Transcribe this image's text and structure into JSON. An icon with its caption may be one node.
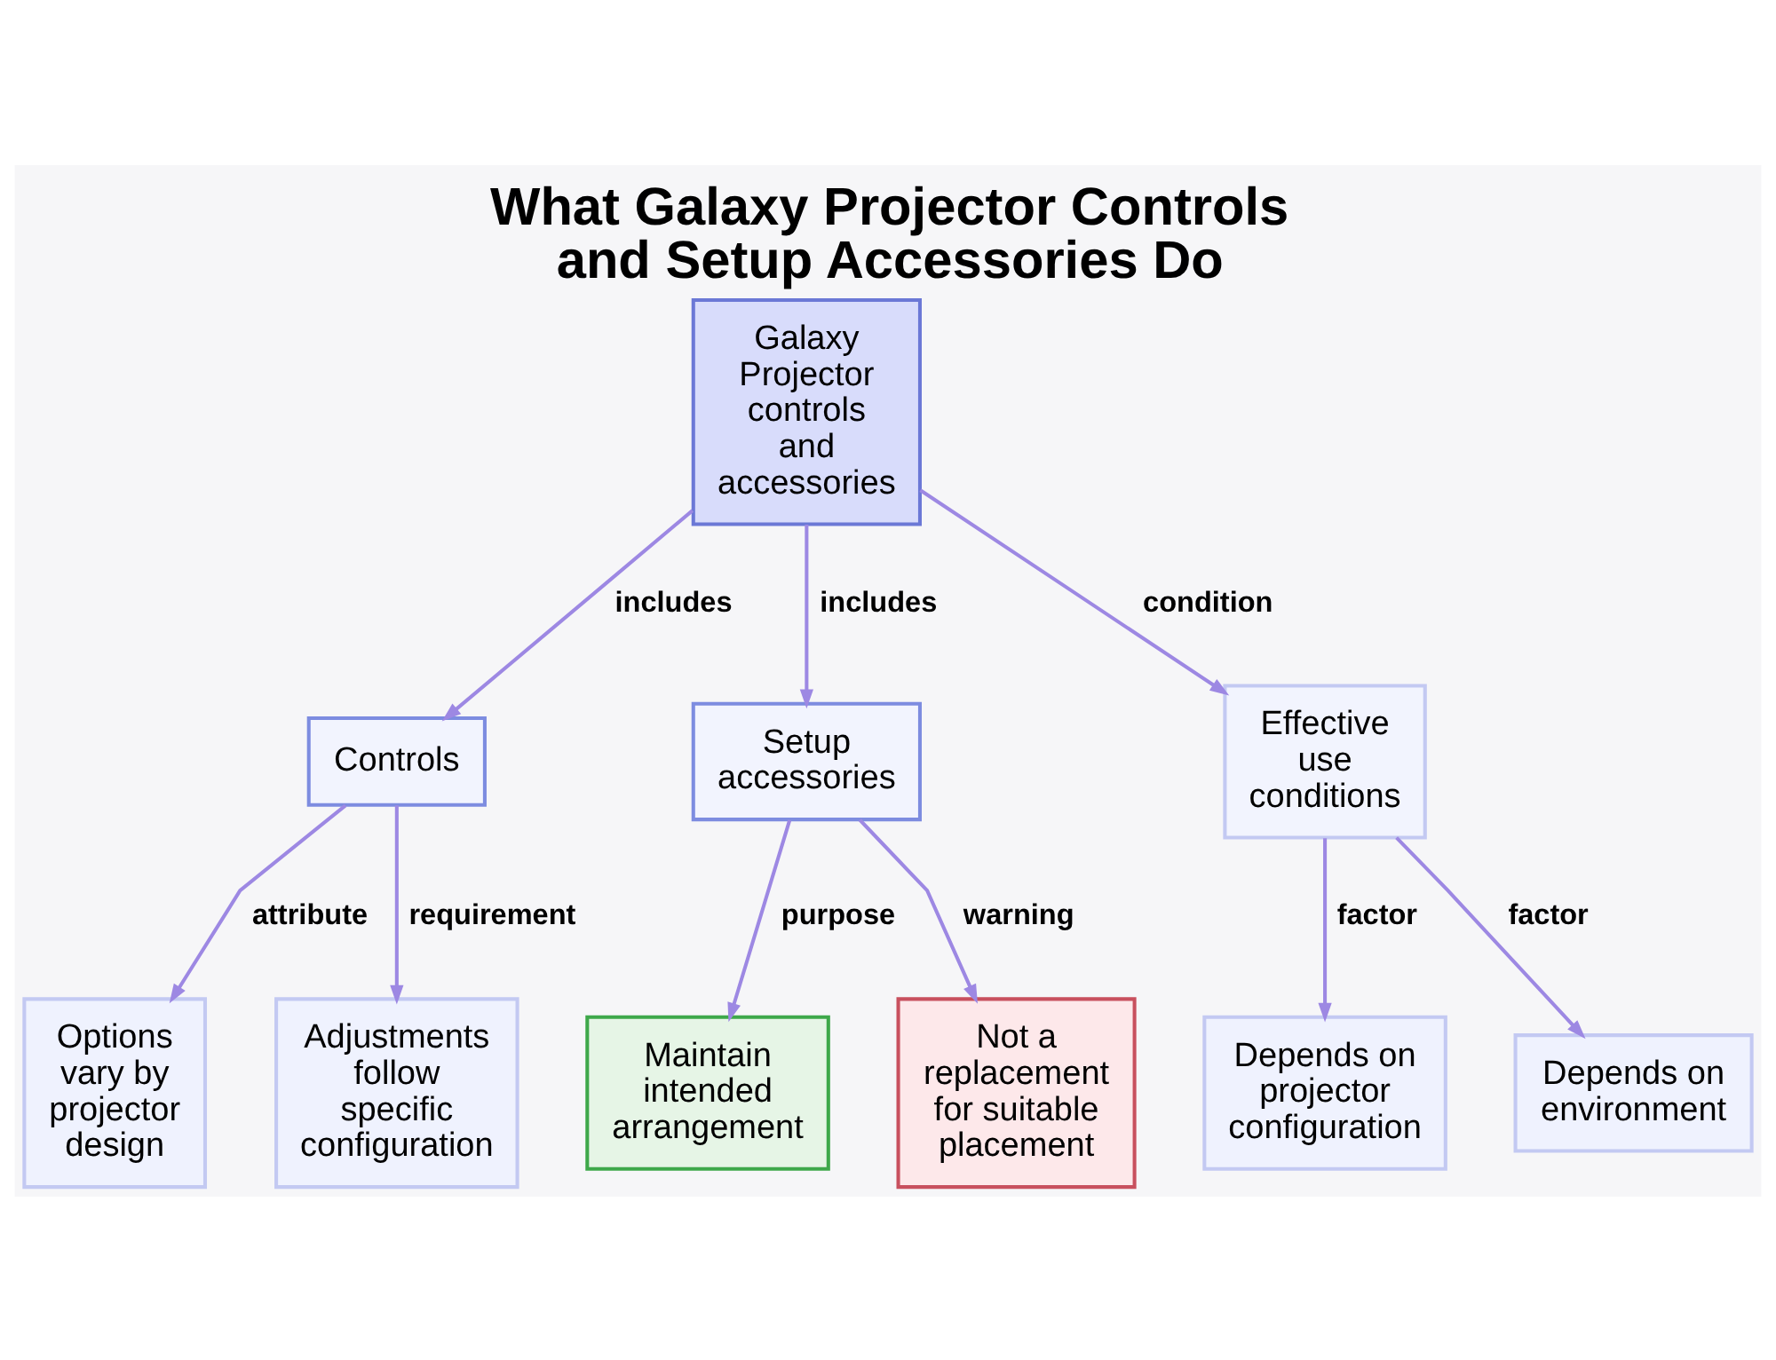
{
  "diagram": {
    "title": "What Galaxy Projector Controls and Setup Accessories Do",
    "nodes": [
      {
        "text": [
          "Galaxy Projector controls and accessories"
        ]
      },
      {
        "text": [
          "Controls"
        ]
      },
      {
        "text": [
          "Setup accessories"
        ]
      },
      {
        "text": [
          "Effective use conditions"
        ]
      },
      {
        "text": [
          "Options vary by projector design"
        ]
      },
      {
        "text": [
          "Adjustments follow specific configuration"
        ]
      },
      {
        "text": [
          "Maintain intended arrangement"
        ]
      },
      {
        "text": [
          "Not a replacement for suitable placement"
        ]
      },
      {
        "text": [
          "Depends on projector configuration"
        ]
      },
      {
        "text": [
          "Depends on environment"
        ]
      }
    ],
    "edges": [
      {
        "from": 0,
        "to": 1,
        "arrow": "to",
        "label": "includes"
      },
      {
        "from": 0,
        "to": 2,
        "arrow": "to",
        "label": "includes"
      },
      {
        "from": 0,
        "to": 3,
        "arrow": "to",
        "label": "condition"
      },
      {
        "from": 1,
        "to": 4,
        "arrow": "to",
        "label": "attribute"
      },
      {
        "from": 1,
        "to": 5,
        "arrow": "to",
        "label": "requirement"
      },
      {
        "from": 2,
        "to": 6,
        "arrow": "to",
        "label": "purpose"
      },
      {
        "from": 2,
        "to": 7,
        "arrow": "to",
        "label": "warning"
      },
      {
        "from": 3,
        "to": 8,
        "arrow": "to",
        "label": "factor"
      },
      {
        "from": 3,
        "to": 9,
        "arrow": "to",
        "label": "factor"
      }
    ]
  }
}
